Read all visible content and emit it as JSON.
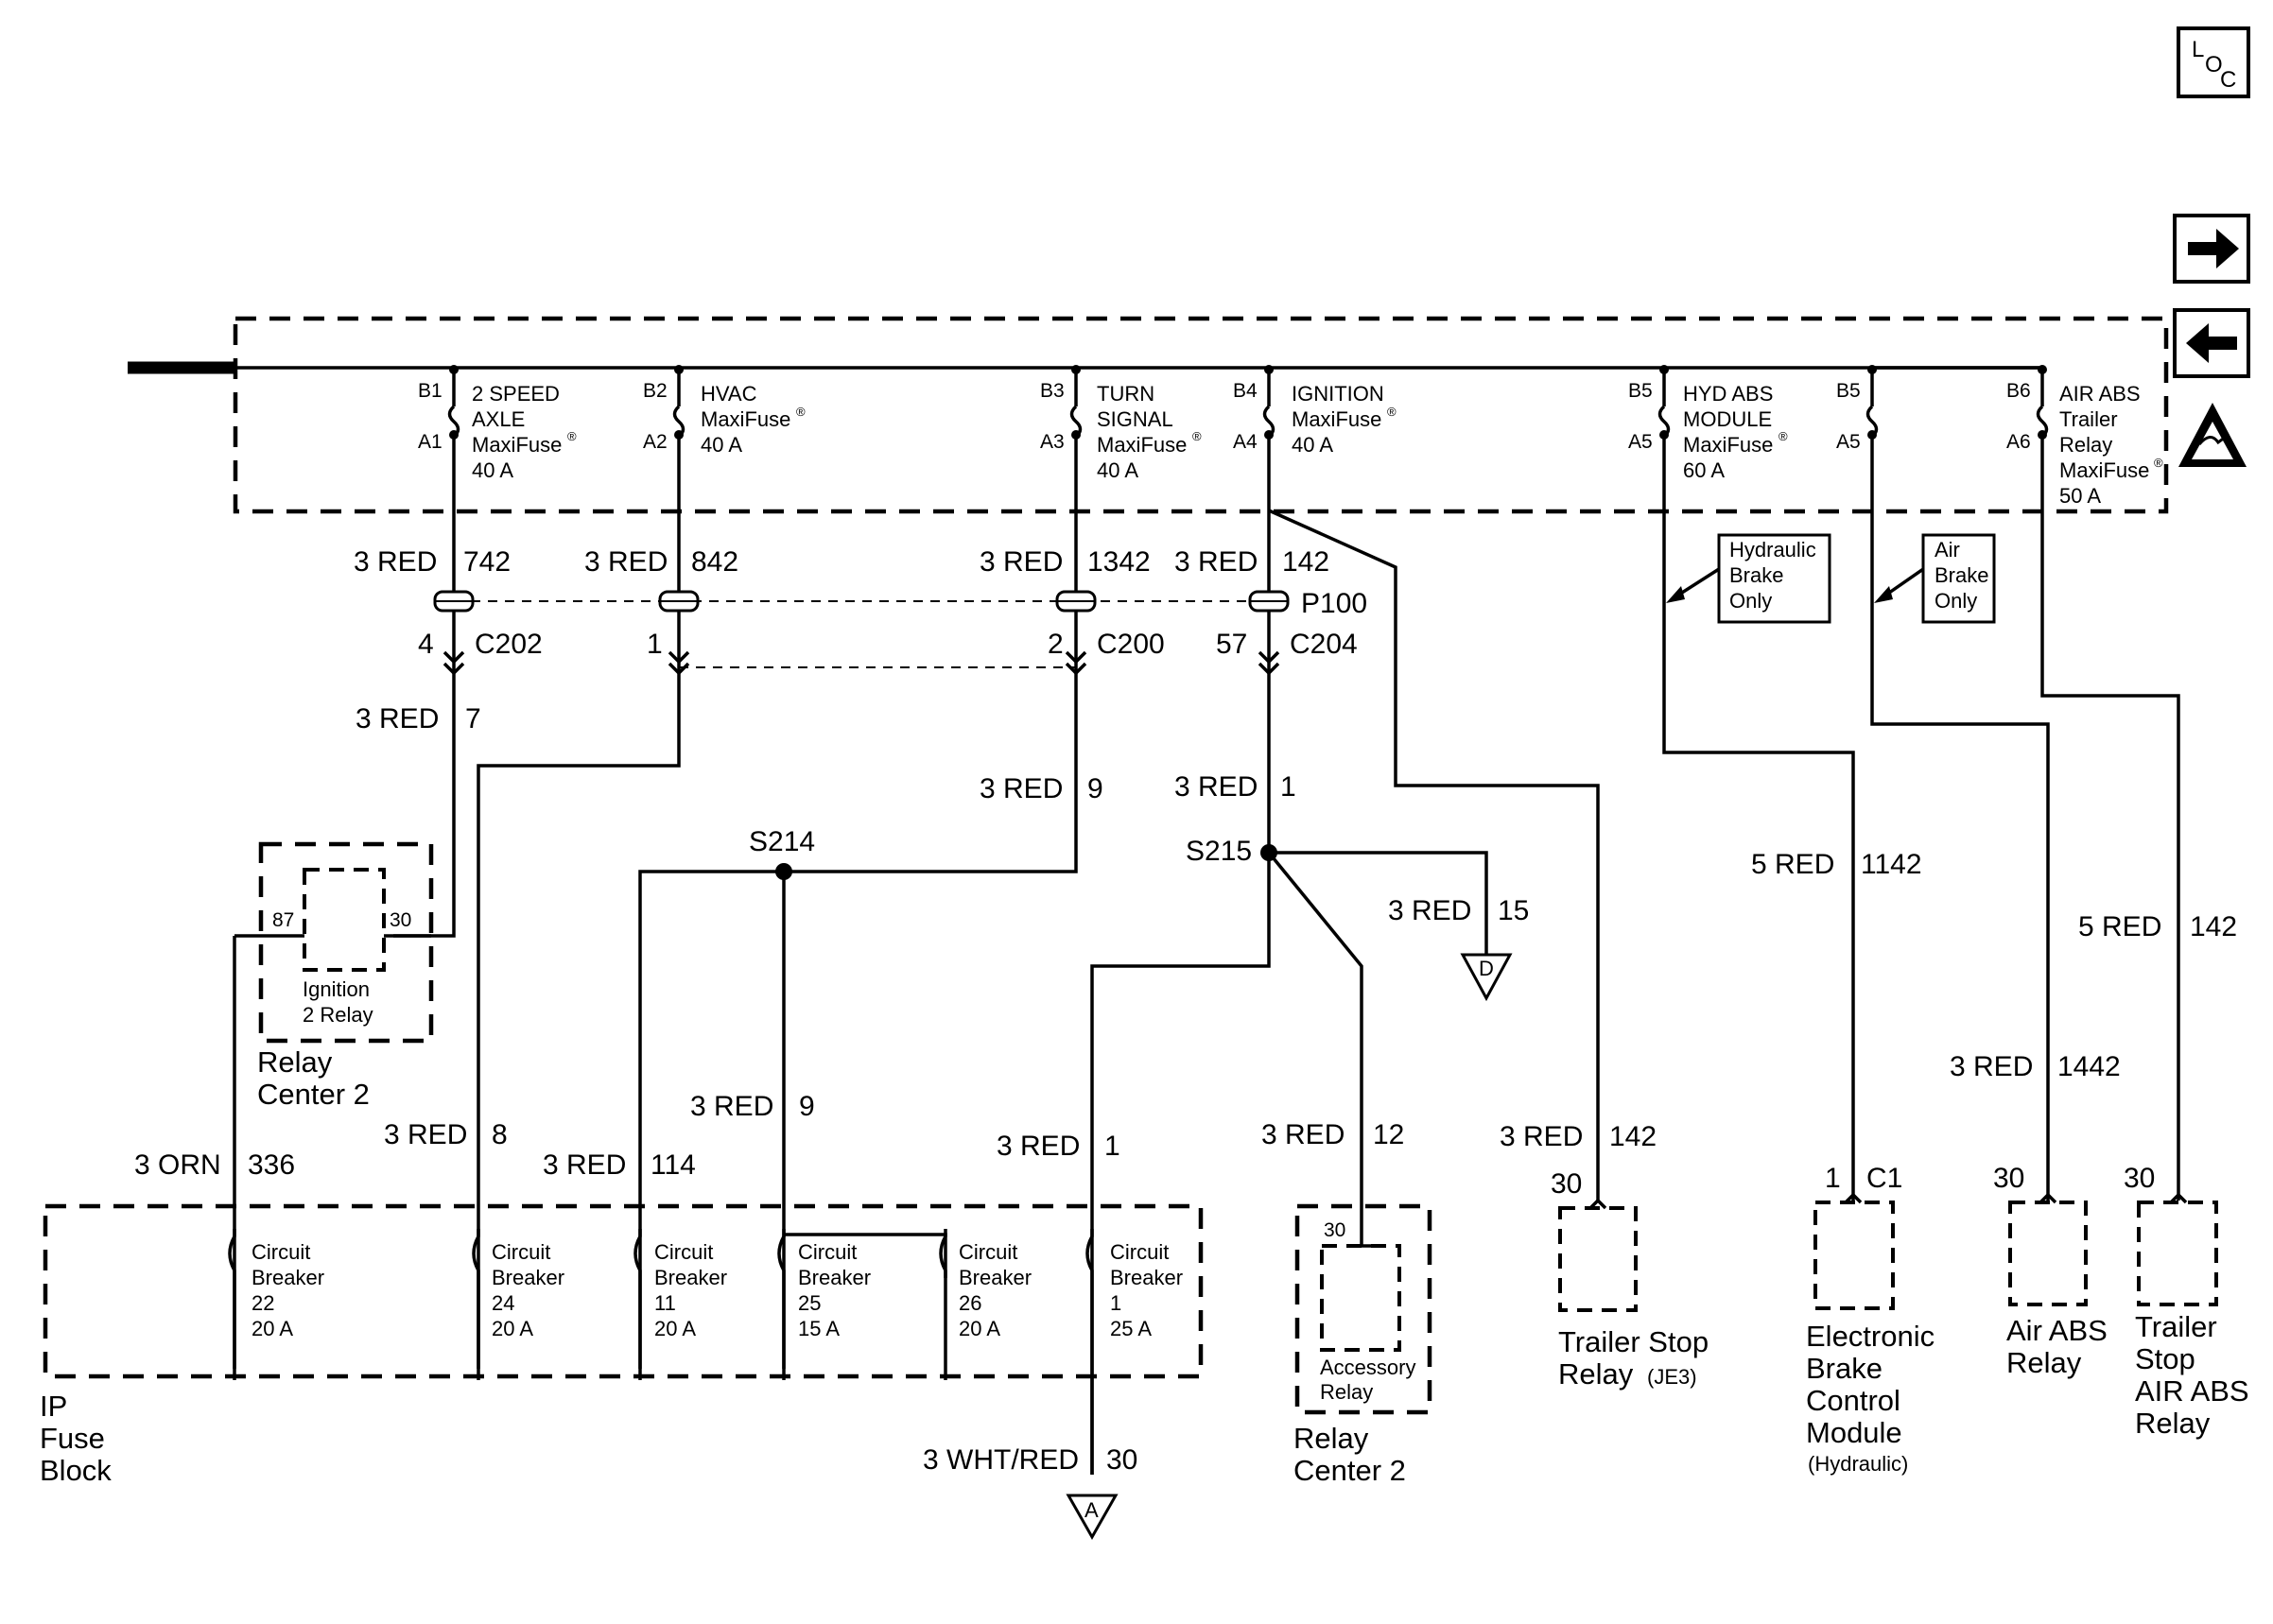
{
  "fuses": [
    {
      "top_pin": "B1",
      "bottom_pin": "A1",
      "name": [
        "2 SPEED",
        "AXLE",
        "MaxiFuse"
      ],
      "rating": "40 A"
    },
    {
      "top_pin": "B2",
      "bottom_pin": "A2",
      "name": [
        "HVAC",
        "MaxiFuse"
      ],
      "rating": "40 A"
    },
    {
      "top_pin": "B3",
      "bottom_pin": "A3",
      "name": [
        "TURN",
        "SIGNAL",
        "MaxiFuse"
      ],
      "rating": "40 A"
    },
    {
      "top_pin": "B4",
      "bottom_pin": "A4",
      "name": [
        "IGNITION",
        "MaxiFuse"
      ],
      "rating": "40 A"
    },
    {
      "top_pin": "B5",
      "bottom_pin": "A5",
      "name": [
        "HYD ABS",
        "MODULE",
        "MaxiFuse"
      ],
      "rating": "60 A"
    },
    {
      "top_pin": "B5",
      "bottom_pin": "A5",
      "name": [],
      "rating": ""
    },
    {
      "top_pin": "B6",
      "bottom_pin": "A6",
      "name": [
        "AIR ABS",
        "Trailer",
        "Relay",
        "MaxiFuse"
      ],
      "rating": "50 A"
    }
  ],
  "registered_mark": "®",
  "wires": {
    "w742": {
      "gauge": "3 RED",
      "circuit": "742"
    },
    "w842": {
      "gauge": "3 RED",
      "circuit": "842"
    },
    "w1342": {
      "gauge": "3 RED",
      "circuit": "1342"
    },
    "w142": {
      "gauge": "3 RED",
      "circuit": "142"
    },
    "w7": {
      "gauge": "3 RED",
      "circuit": "7"
    },
    "w9a": {
      "gauge": "3 RED",
      "circuit": "9"
    },
    "w1a": {
      "gauge": "3 RED",
      "circuit": "1"
    },
    "w15": {
      "gauge": "3 RED",
      "circuit": "15"
    },
    "w1142": {
      "gauge": "5 RED",
      "circuit": "1142"
    },
    "w142r": {
      "gauge": "5 RED",
      "circuit": "142"
    },
    "w1442": {
      "gauge": "3 RED",
      "circuit": "1442"
    },
    "w336": {
      "gauge": "3 ORN",
      "circuit": "336"
    },
    "w8": {
      "gauge": "3 RED",
      "circuit": "8"
    },
    "w114": {
      "gauge": "3 RED",
      "circuit": "114"
    },
    "w9b": {
      "gauge": "3 RED",
      "circuit": "9"
    },
    "w1b": {
      "gauge": "3 RED",
      "circuit": "1"
    },
    "w12": {
      "gauge": "3 RED",
      "circuit": "12"
    },
    "w142t": {
      "gauge": "3 RED",
      "circuit": "142"
    },
    "w30": {
      "gauge": "3 WHT/RED",
      "circuit": "30"
    }
  },
  "connectors": {
    "c202": {
      "name": "C202",
      "pin": "4"
    },
    "c_hvac": {
      "pin": "1"
    },
    "c200": {
      "name": "C200",
      "pin": "2"
    },
    "c204": {
      "name": "C204",
      "pin": "57"
    },
    "p100": "P100"
  },
  "splices": {
    "s214": "S214",
    "s215": "S215"
  },
  "callouts": {
    "hydraulic": [
      "Hydraulic",
      "Brake",
      "Only"
    ],
    "air": [
      "Air",
      "Brake",
      "Only"
    ]
  },
  "relay_center": {
    "name": [
      "Relay",
      "Center 2"
    ],
    "relay": [
      "Ignition",
      "2 Relay"
    ],
    "pin87": "87",
    "pin30": "30"
  },
  "ip_fuse_block": {
    "name": [
      "IP",
      "Fuse",
      "Block"
    ],
    "breakers": [
      {
        "name": [
          "Circuit",
          "Breaker"
        ],
        "number": "22",
        "rating": "20 A"
      },
      {
        "name": [
          "Circuit",
          "Breaker"
        ],
        "number": "24",
        "rating": "20 A"
      },
      {
        "name": [
          "Circuit",
          "Breaker"
        ],
        "number": "11",
        "rating": "20 A"
      },
      {
        "name": [
          "Circuit",
          "Breaker"
        ],
        "number": "25",
        "rating": "15 A"
      },
      {
        "name": [
          "Circuit",
          "Breaker"
        ],
        "number": "26",
        "rating": "20 A"
      },
      {
        "name": [
          "Circuit",
          "Breaker"
        ],
        "number": "1",
        "rating": "25 A"
      }
    ]
  },
  "accessory": {
    "pin": "30",
    "name": [
      "Accessory",
      "Relay"
    ],
    "center": [
      "Relay",
      "Center 2"
    ]
  },
  "trailer_stop": {
    "pin": "30",
    "name": [
      "Trailer Stop",
      "Relay"
    ],
    "option": "(JE3)"
  },
  "ebcm": {
    "pin": "1",
    "connector": "C1",
    "name": [
      "Electronic",
      "Brake",
      "Control",
      "Module"
    ],
    "note": "(Hydraulic)"
  },
  "air_abs": {
    "pin": "30",
    "name": [
      "Air ABS",
      "Relay"
    ]
  },
  "trailer_air": {
    "pin": "30",
    "name": [
      "Trailer",
      "Stop",
      "AIR ABS",
      "Relay"
    ]
  },
  "refs": {
    "a": "A",
    "d": "D"
  },
  "nav": {
    "loc_l": "L",
    "loc_o": "O",
    "loc_c": "C",
    "forward_icon": "right-arrow-icon",
    "back_icon": "left-arrow-icon",
    "esd_icon": "esd-warning-icon"
  }
}
